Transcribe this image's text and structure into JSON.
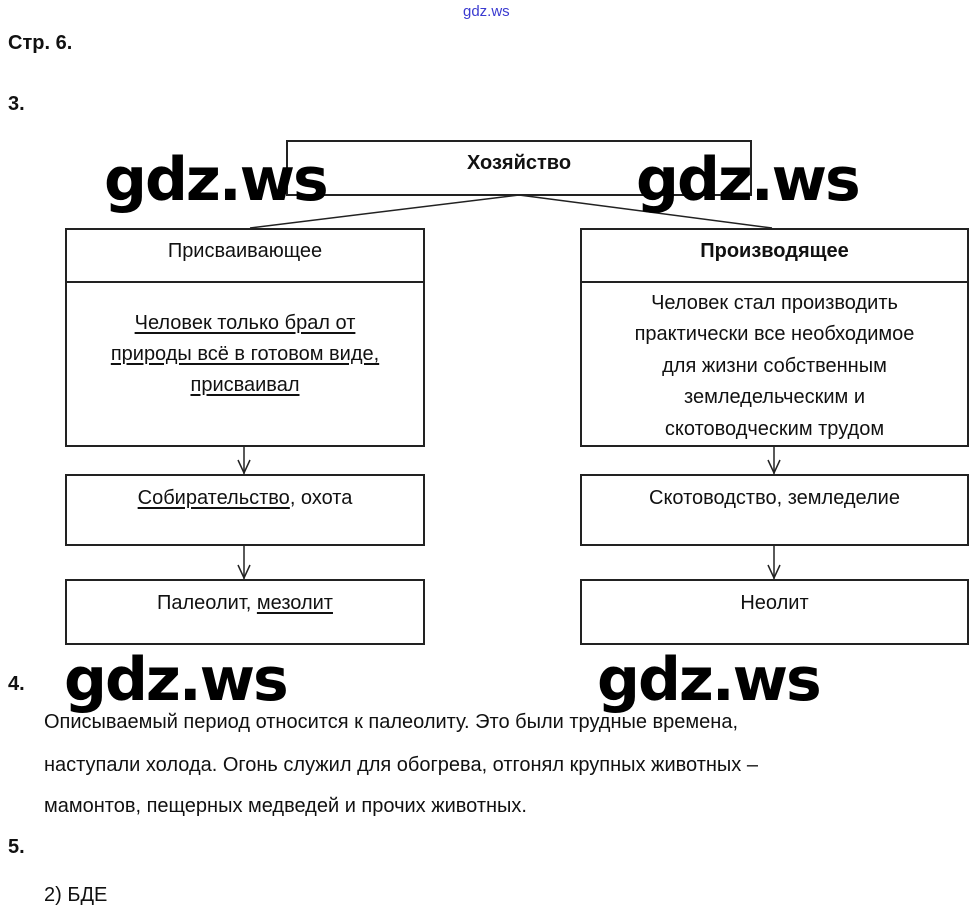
{
  "header_watermark": "gdz.ws",
  "page_label": "Стр. 6.",
  "task3": {
    "number": "3.",
    "root": "Хозяйство",
    "left": {
      "title": "Присваивающее",
      "body_lines": [
        "Человек только брал от",
        "природы всё в готовом виде,",
        "присваивал"
      ],
      "activity_underlined": "Собирательство",
      "activity_rest": ", охота",
      "period_plain": "Палеолит, ",
      "period_underlined": "мезолит"
    },
    "right": {
      "title": "Производящее",
      "body_lines": [
        "Человек стал производить",
        "практически все необходимое",
        "для жизни собственным",
        "земледельческим и",
        "скотоводческим трудом"
      ],
      "activity": "Скотоводство, земледелие",
      "period": "Неолит"
    }
  },
  "task4": {
    "number": "4.",
    "lines": [
      "Описываемый период относится к палеолиту. Это были трудные времена,",
      "наступали холода. Огонь служил для обогрева, отгонял крупных животных –",
      "мамонтов, пещерных медведей и прочих животных."
    ]
  },
  "task5": {
    "number": "5.",
    "answer": "2) БДЕ"
  },
  "watermark": "gdz.ws"
}
